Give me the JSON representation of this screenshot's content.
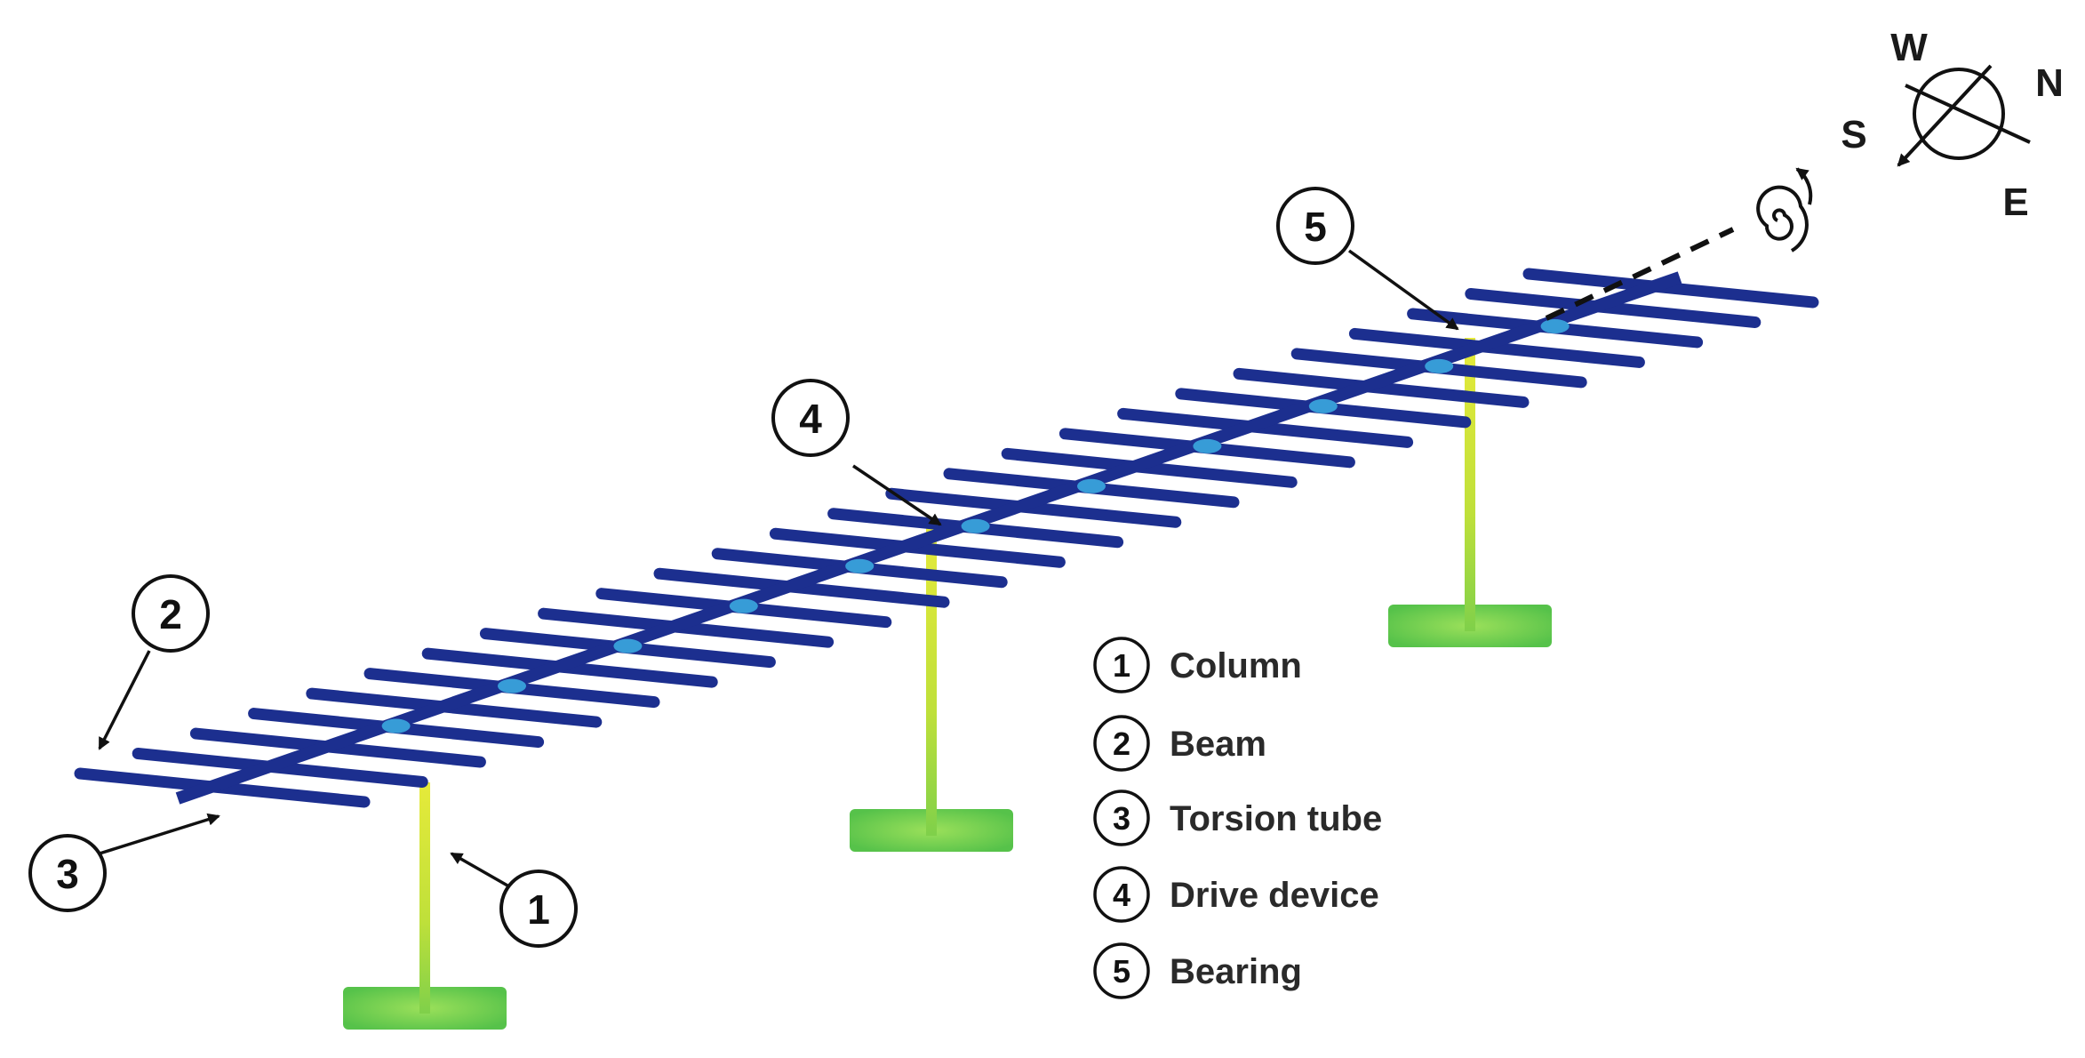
{
  "legend": {
    "items": [
      {
        "num": "1",
        "label": "Column"
      },
      {
        "num": "2",
        "label": "Beam"
      },
      {
        "num": "3",
        "label": "Torsion tube"
      },
      {
        "num": "4",
        "label": "Drive device"
      },
      {
        "num": "5",
        "label": "Bearing"
      }
    ]
  },
  "callouts": {
    "column": "1",
    "beam": "2",
    "torsion_tube": "3",
    "drive_device": "4",
    "bearing": "5"
  },
  "compass": {
    "w": "W",
    "n": "N",
    "s": "S",
    "e": "E"
  },
  "colors": {
    "beam": "#1c2f8f",
    "beam_highlight": "#3fb8e8",
    "column": "#c9e03a",
    "base": "#6fce4a",
    "arrow": "#111111"
  }
}
